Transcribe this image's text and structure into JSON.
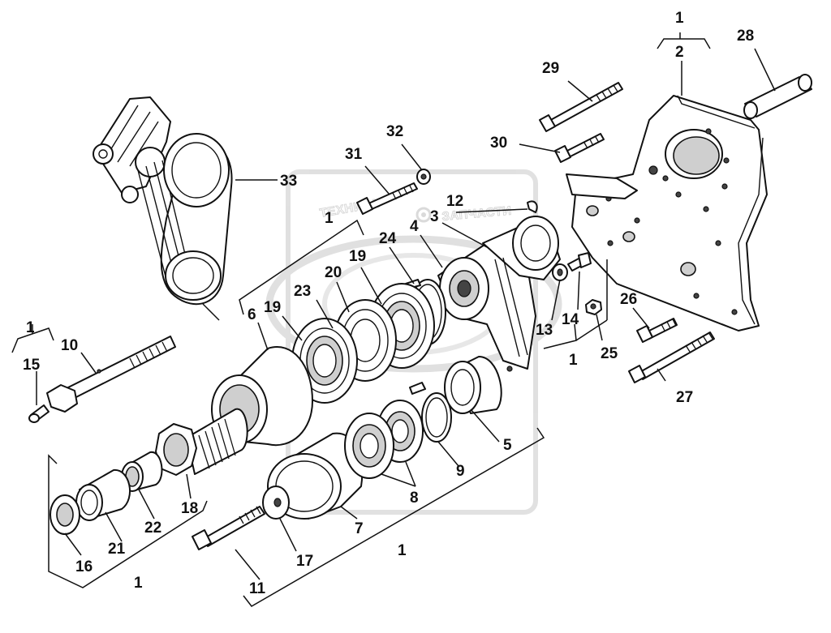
{
  "watermark": {
    "left_text": "ТЕХНИКА",
    "right_text": "ЗАПЧАСТИ",
    "gear_icon": "gear-icon",
    "logo_icon": "atf-logo"
  },
  "callouts": [
    {
      "id": "c1-top",
      "text": "1"
    },
    {
      "id": "c2",
      "text": "2"
    },
    {
      "id": "c28",
      "text": "28"
    },
    {
      "id": "c29",
      "text": "29"
    },
    {
      "id": "c30",
      "text": "30"
    },
    {
      "id": "c31",
      "text": "31"
    },
    {
      "id": "c32",
      "text": "32"
    },
    {
      "id": "c33",
      "text": "33"
    },
    {
      "id": "c12",
      "text": "12"
    },
    {
      "id": "c3",
      "text": "3"
    },
    {
      "id": "c4",
      "text": "4"
    },
    {
      "id": "c1-mid",
      "text": "1"
    },
    {
      "id": "c24",
      "text": "24"
    },
    {
      "id": "c19a",
      "text": "19"
    },
    {
      "id": "c20",
      "text": "20"
    },
    {
      "id": "c23",
      "text": "23"
    },
    {
      "id": "c19b",
      "text": "19"
    },
    {
      "id": "c6",
      "text": "6"
    },
    {
      "id": "c13",
      "text": "13"
    },
    {
      "id": "c14",
      "text": "14"
    },
    {
      "id": "c26",
      "text": "26"
    },
    {
      "id": "c25",
      "text": "25"
    },
    {
      "id": "c1-right",
      "text": "1"
    },
    {
      "id": "c27",
      "text": "27"
    },
    {
      "id": "c1-left",
      "text": "1"
    },
    {
      "id": "c10",
      "text": "10"
    },
    {
      "id": "c15",
      "text": "15"
    },
    {
      "id": "c5",
      "text": "5"
    },
    {
      "id": "c9",
      "text": "9"
    },
    {
      "id": "c8",
      "text": "8"
    },
    {
      "id": "c18",
      "text": "18"
    },
    {
      "id": "c22",
      "text": "22"
    },
    {
      "id": "c7",
      "text": "7"
    },
    {
      "id": "c21",
      "text": "21"
    },
    {
      "id": "c16",
      "text": "16"
    },
    {
      "id": "c17",
      "text": "17"
    },
    {
      "id": "c1-bottom-right",
      "text": "1"
    },
    {
      "id": "c11",
      "text": "11"
    },
    {
      "id": "c1-bottom-left",
      "text": "1"
    }
  ]
}
